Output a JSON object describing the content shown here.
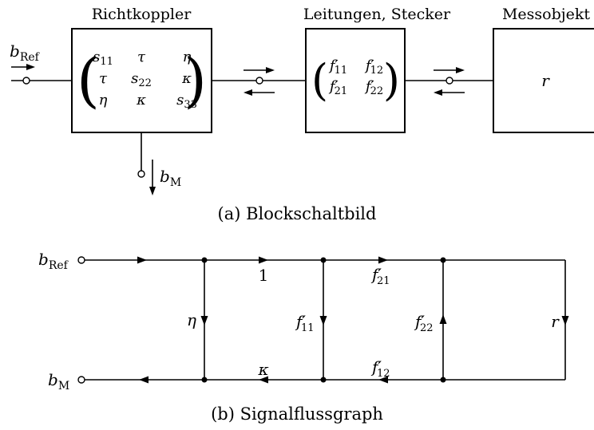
{
  "block_diagram": {
    "coupler_title": "Richtkoppler",
    "lines_title": "Leitungen, Stecker",
    "object_title": "Messobjekt",
    "input_label": "b",
    "input_sub": "Ref",
    "output_label": "b",
    "output_sub": "M",
    "coupler_matrix": [
      [
        {
          "m": "s",
          "s": "11"
        },
        {
          "m": "τ",
          "s": ""
        },
        {
          "m": "η",
          "s": ""
        }
      ],
      [
        {
          "m": "τ",
          "s": ""
        },
        {
          "m": "s",
          "s": "22"
        },
        {
          "m": "κ",
          "s": ""
        }
      ],
      [
        {
          "m": "η",
          "s": ""
        },
        {
          "m": "κ",
          "s": ""
        },
        {
          "m": "s",
          "s": "33"
        }
      ]
    ],
    "line_matrix": [
      [
        {
          "m": "f′",
          "s": "11"
        },
        {
          "m": "f′",
          "s": "12"
        }
      ],
      [
        {
          "m": "f′",
          "s": "21"
        },
        {
          "m": "f′",
          "s": "22"
        }
      ]
    ],
    "object_symbol": "r",
    "caption": "(a) Blockschaltbild"
  },
  "signal_flow": {
    "input_label": "b",
    "input_sub": "Ref",
    "output_label": "b",
    "output_sub": "M",
    "branch_one": "1",
    "eta": "η",
    "kappa": "κ",
    "f11": {
      "m": "f′",
      "s": "11"
    },
    "f21": {
      "m": "f′",
      "s": "21"
    },
    "f22": {
      "m": "f′",
      "s": "22"
    },
    "f12": {
      "m": "f′",
      "s": "12"
    },
    "r": "r",
    "caption": "(b) Signalflussgraph"
  }
}
